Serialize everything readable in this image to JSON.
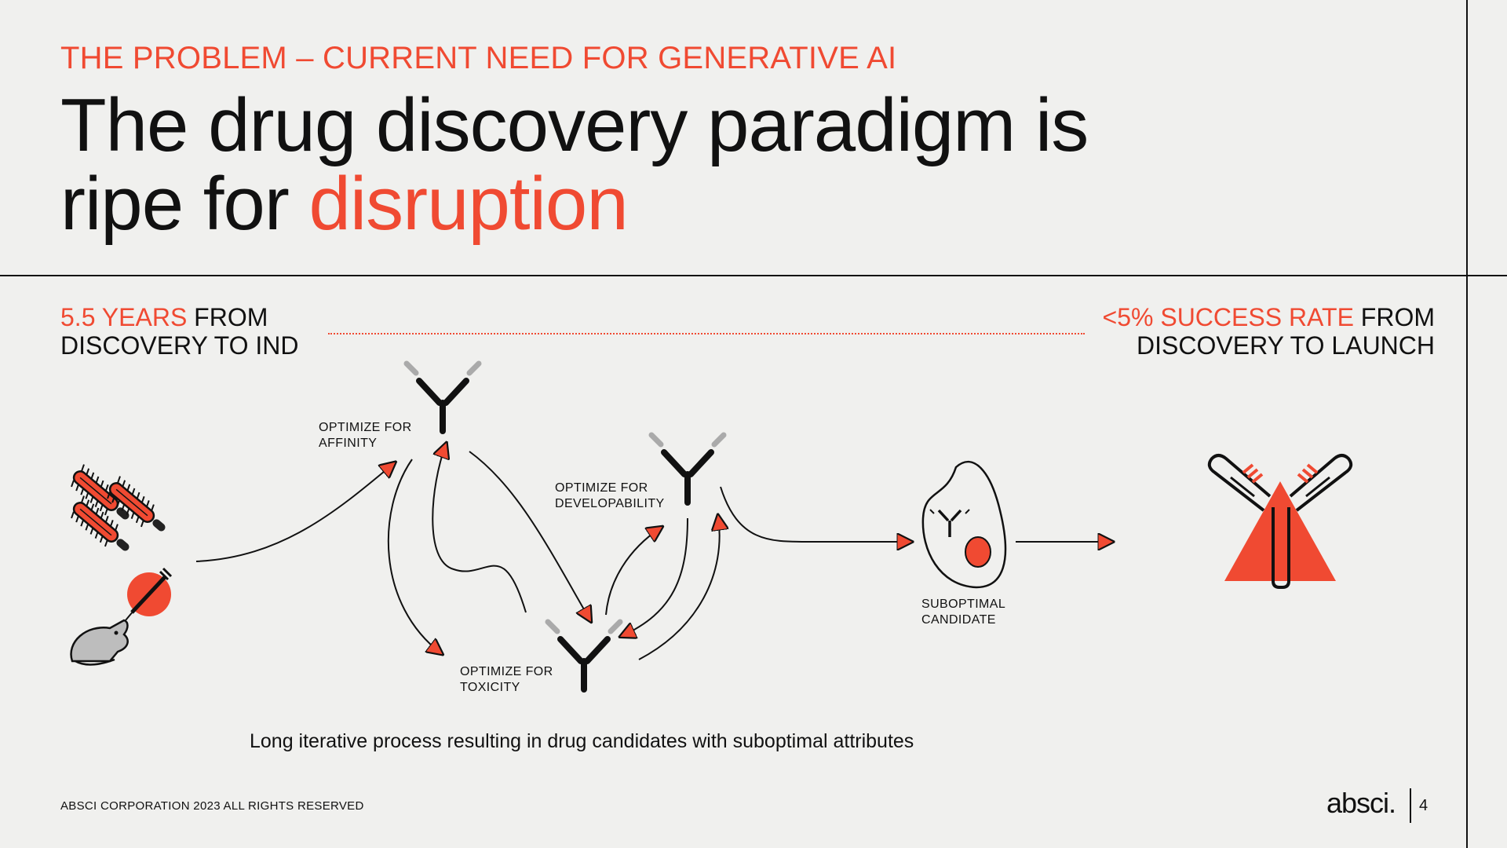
{
  "header": {
    "kicker": "THE PROBLEM – CURRENT NEED FOR GENERATIVE AI",
    "title_line1": "The drug discovery paradigm is",
    "title_line2_prefix": "ripe for ",
    "title_line2_accent": "disruption"
  },
  "stats": {
    "left_accent": "5.5 YEARS",
    "left_rest": " FROM",
    "left_line2": "DISCOVERY TO IND",
    "right_accent": "<5% SUCCESS RATE",
    "right_rest": " FROM",
    "right_line2": "DISCOVERY TO LAUNCH"
  },
  "diagram": {
    "labels": {
      "affinity": [
        "OPTIMIZE FOR",
        "AFFINITY"
      ],
      "developability": [
        "OPTIMIZE FOR",
        "DEVELOPABILITY"
      ],
      "toxicity": [
        "OPTIMIZE FOR",
        "TOXICITY"
      ],
      "candidate": [
        "SUBOPTIMAL",
        "CANDIDATE"
      ]
    },
    "icons": [
      "bacteria-icon",
      "syringe-icon",
      "mouse-icon",
      "antibody-icon",
      "cell-icon",
      "warning-antibody-icon"
    ],
    "caption": "Long iterative process resulting in drug candidates with suboptimal attributes"
  },
  "footer": {
    "copyright": "ABSCI CORPORATION 2023 ALL RIGHTS RESERVED",
    "logo": "absci.",
    "page_number": "4"
  },
  "colors": {
    "accent": "#f04a32",
    "text": "#111111",
    "background": "#f0f0ee"
  }
}
